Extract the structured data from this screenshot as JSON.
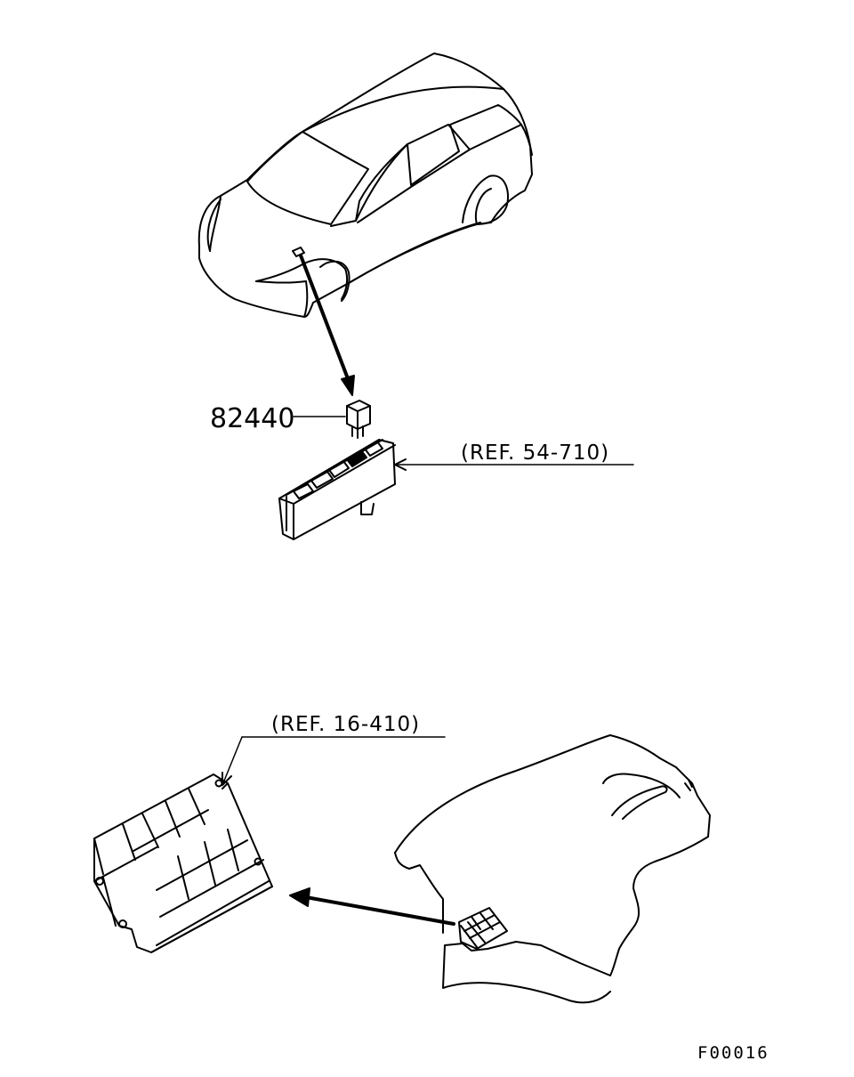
{
  "diagram": {
    "part_number": "82440",
    "reference_relay_box": "(REF. 54-710)",
    "reference_ecu": "(REF. 16-410)",
    "figure_id": "F00016"
  },
  "colors": {
    "line": "#000000",
    "background": "#ffffff"
  }
}
